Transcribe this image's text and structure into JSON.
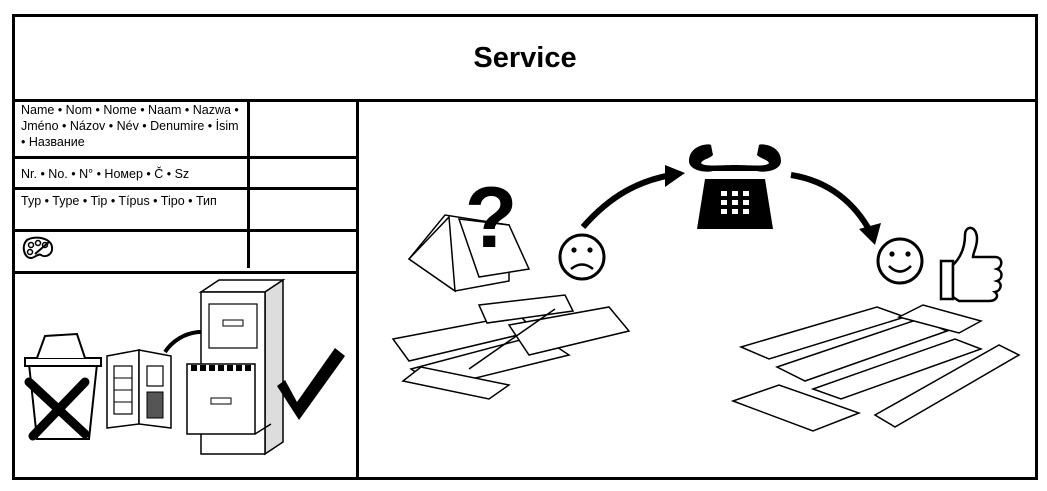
{
  "header": {
    "title": "Service"
  },
  "form": {
    "rows": [
      {
        "label": "Name • Nom • Nome • Naam • Nazwa • Jméno • Názov • Név • Denumire • İsim • Название"
      },
      {
        "label": "Nr. • No. • N° • Номер • Č • Sz"
      },
      {
        "label": "Typ • Type • Tip • Típus • Tipo • Тип"
      },
      {
        "label": "",
        "icon": "paint-palette-icon"
      }
    ]
  },
  "icons": {
    "palette": "paint-palette-icon",
    "trash": "trash-bin-crossed-icon",
    "manual": "assembly-manual-icon",
    "cabinet": "filing-cabinet-icon",
    "checkmark": "checkmark-icon",
    "question": "question-mark-icon",
    "sad": "sad-face-icon",
    "phone": "telephone-icon",
    "happy": "happy-face-icon",
    "thumb": "thumbs-up-icon"
  }
}
